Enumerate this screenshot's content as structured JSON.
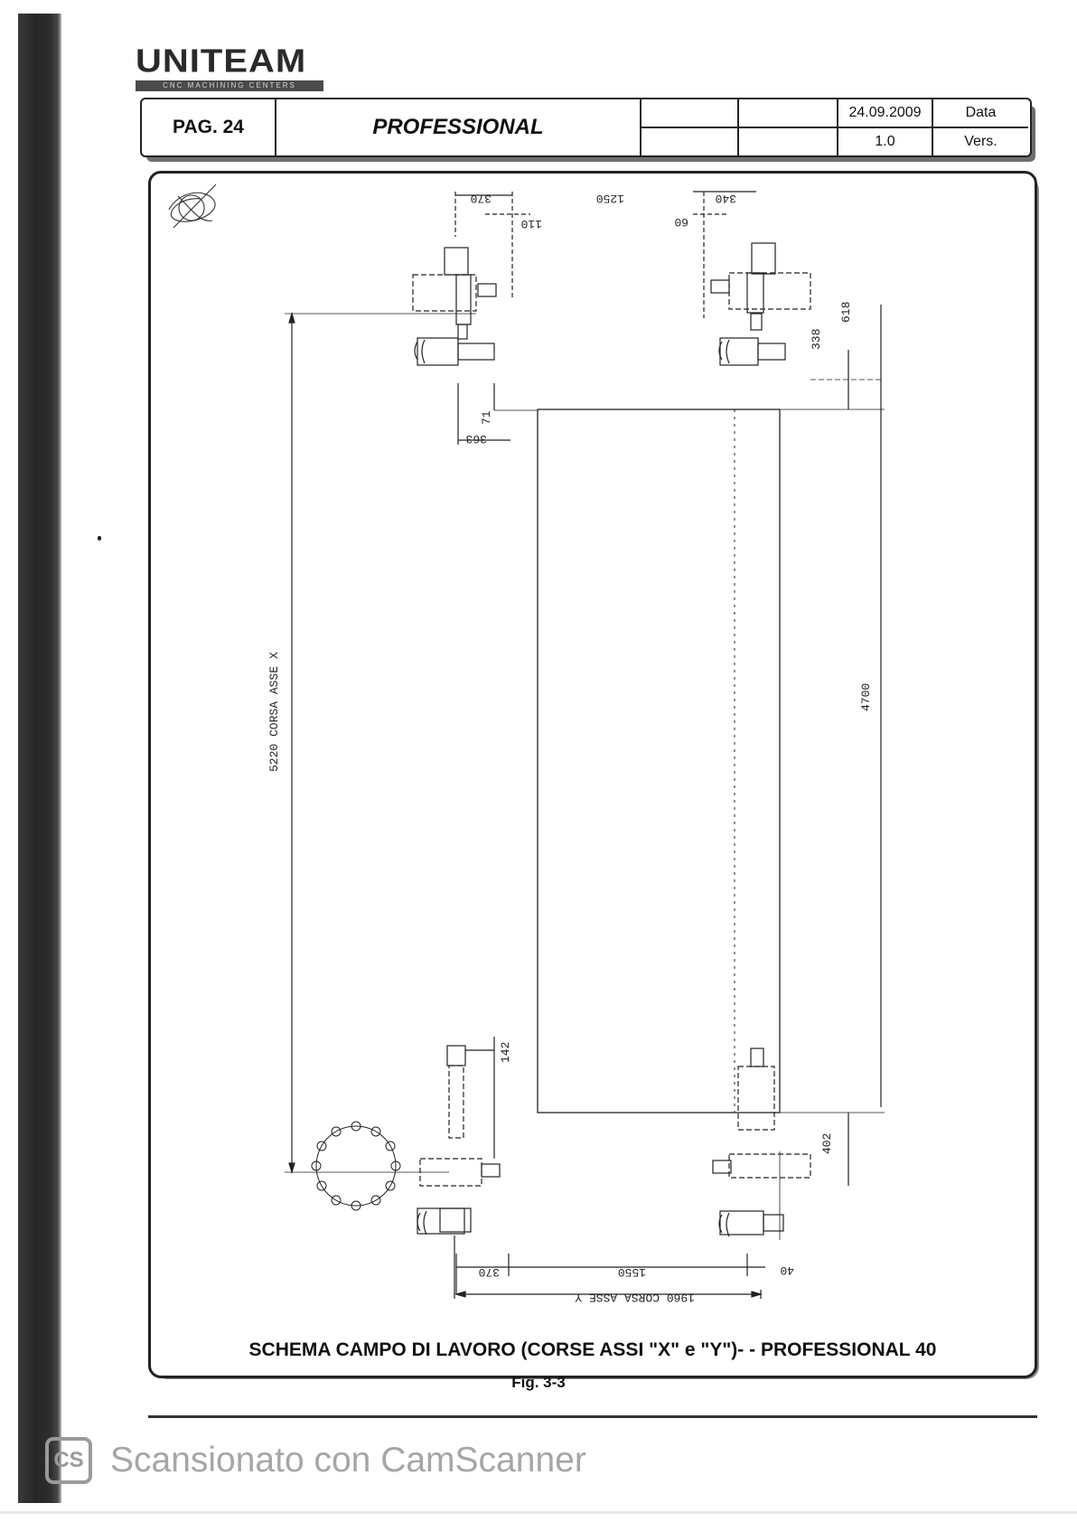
{
  "header": {
    "logo_text": "UNITEAM",
    "logo_subtitle": "CNC MACHINING CENTERS",
    "page_label": "PAG. 24",
    "product": "PROFESSIONAL",
    "date": "24.09.2009",
    "date_label": "Data",
    "version": "1.0",
    "version_label": "Vers."
  },
  "drawing": {
    "dims_top": [
      "370",
      "110",
      "1250",
      "340",
      "60"
    ],
    "dims_right": [
      "618",
      "338",
      "4700",
      "402"
    ],
    "dims_left": [
      "5220 CORSA ASSE X",
      "71",
      "363",
      "142"
    ],
    "dims_bottom": [
      "370",
      "1550",
      "40",
      "1960 CORSA ASSE Y"
    ]
  },
  "caption": "SCHEMA CAMPO DI LAVORO (CORSE ASSI \"X\" e \"Y\")- - PROFESSIONAL 40",
  "figure_label": "Fig. 3-3",
  "watermark": {
    "logo": "CS",
    "text": "Scansionato con CamScanner"
  }
}
